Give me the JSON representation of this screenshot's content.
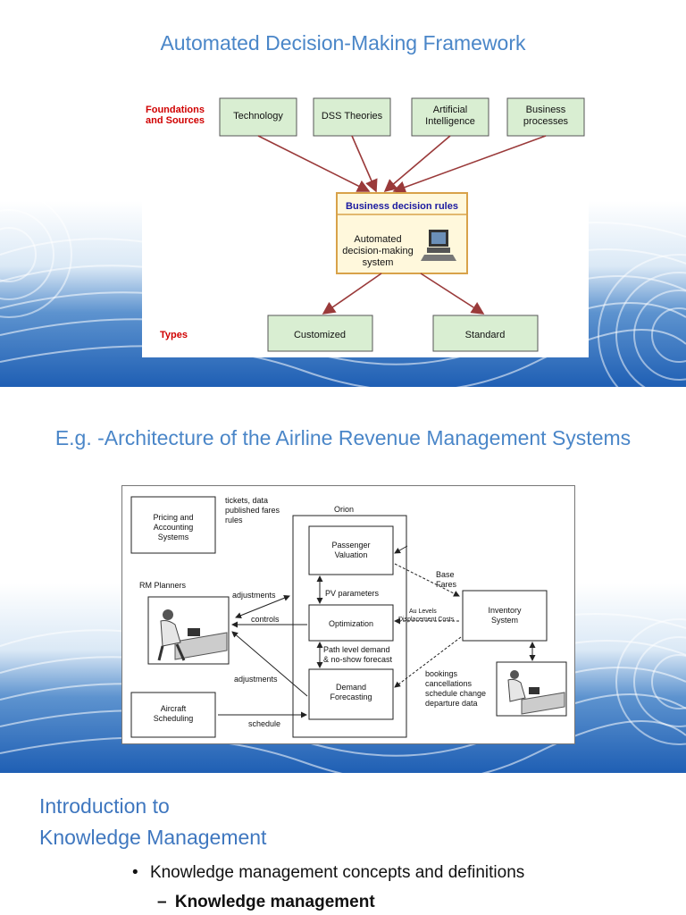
{
  "slide1": {
    "title": "Automated Decision-Making Framework",
    "diagram": {
      "foundations_label_1": "Foundations",
      "foundations_label_2": "and Sources",
      "sources": [
        {
          "line1": "Technology",
          "line2": ""
        },
        {
          "line1": "DSS Theories",
          "line2": ""
        },
        {
          "line1": "Artificial",
          "line2": "Intelligence"
        },
        {
          "line1": "Business",
          "line2": "processes"
        }
      ],
      "center_header": "Business decision rules",
      "center_body": [
        "Automated",
        "decision-making",
        "system"
      ],
      "types_label": "Types",
      "types": [
        "Customized",
        "Standard"
      ],
      "colors": {
        "box_fill": "#d9eed2",
        "center_fill": "#fff8dc",
        "center_border": "#d8a24a",
        "arrow": "#9a3a3a",
        "label_red": "#d00000",
        "header_blue": "#1a1aa0"
      }
    }
  },
  "slide2": {
    "title": "E.g. -Architecture of the Airline Revenue Management Systems",
    "diagram": {
      "pricing": [
        "Pricing and",
        "Accounting",
        "Systems"
      ],
      "tickets_note": [
        "tickets, data",
        "published fares",
        "rules"
      ],
      "orion": "Orion",
      "passenger": [
        "Passenger",
        "Valuation"
      ],
      "pv_parameters": "PV parameters",
      "optimization": "Optimization",
      "path_demand": [
        "Path level demand",
        "& no-show forecast"
      ],
      "demand": [
        "Demand",
        "Forecasting"
      ],
      "rm_planners": "RM Planners",
      "adjustments_top": "adjustments",
      "controls": "controls",
      "adjustments_bottom": "adjustments",
      "aircraft": [
        "Aircraft",
        "Scheduling"
      ],
      "schedule": "schedule",
      "base_fares": [
        "Base",
        "Fares"
      ],
      "au_levels": [
        "Au Levels",
        "Displacement Costs"
      ],
      "inventory": [
        "Inventory",
        "System"
      ],
      "bookings": [
        "bookings",
        "cancellations",
        "schedule change",
        "departure data"
      ]
    }
  },
  "slide3": {
    "title_line1": "Introduction to",
    "title_line2": "Knowledge Management",
    "bullet_marker": "•",
    "bullet": "Knowledge management concepts and definitions",
    "dash": "–",
    "sub_bullet": "Knowledge management"
  }
}
